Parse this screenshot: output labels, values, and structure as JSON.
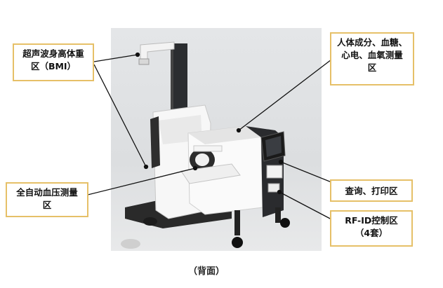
{
  "callouts": {
    "ultrasound_bmi": [
      "超声波身高体重",
      "区（BMI）"
    ],
    "body_composition": [
      "人体成分、血糖、",
      "心电、血氧测量",
      "区"
    ],
    "query_print": [
      "查询、打印区"
    ],
    "auto_bp": [
      "全自动血压测量",
      "区"
    ],
    "rfid": [
      "RF-ID控制区",
      "（4套）"
    ]
  },
  "caption": "（背面）",
  "colors": {
    "callout_border": "#e6c068",
    "leader_line": "#111111"
  }
}
